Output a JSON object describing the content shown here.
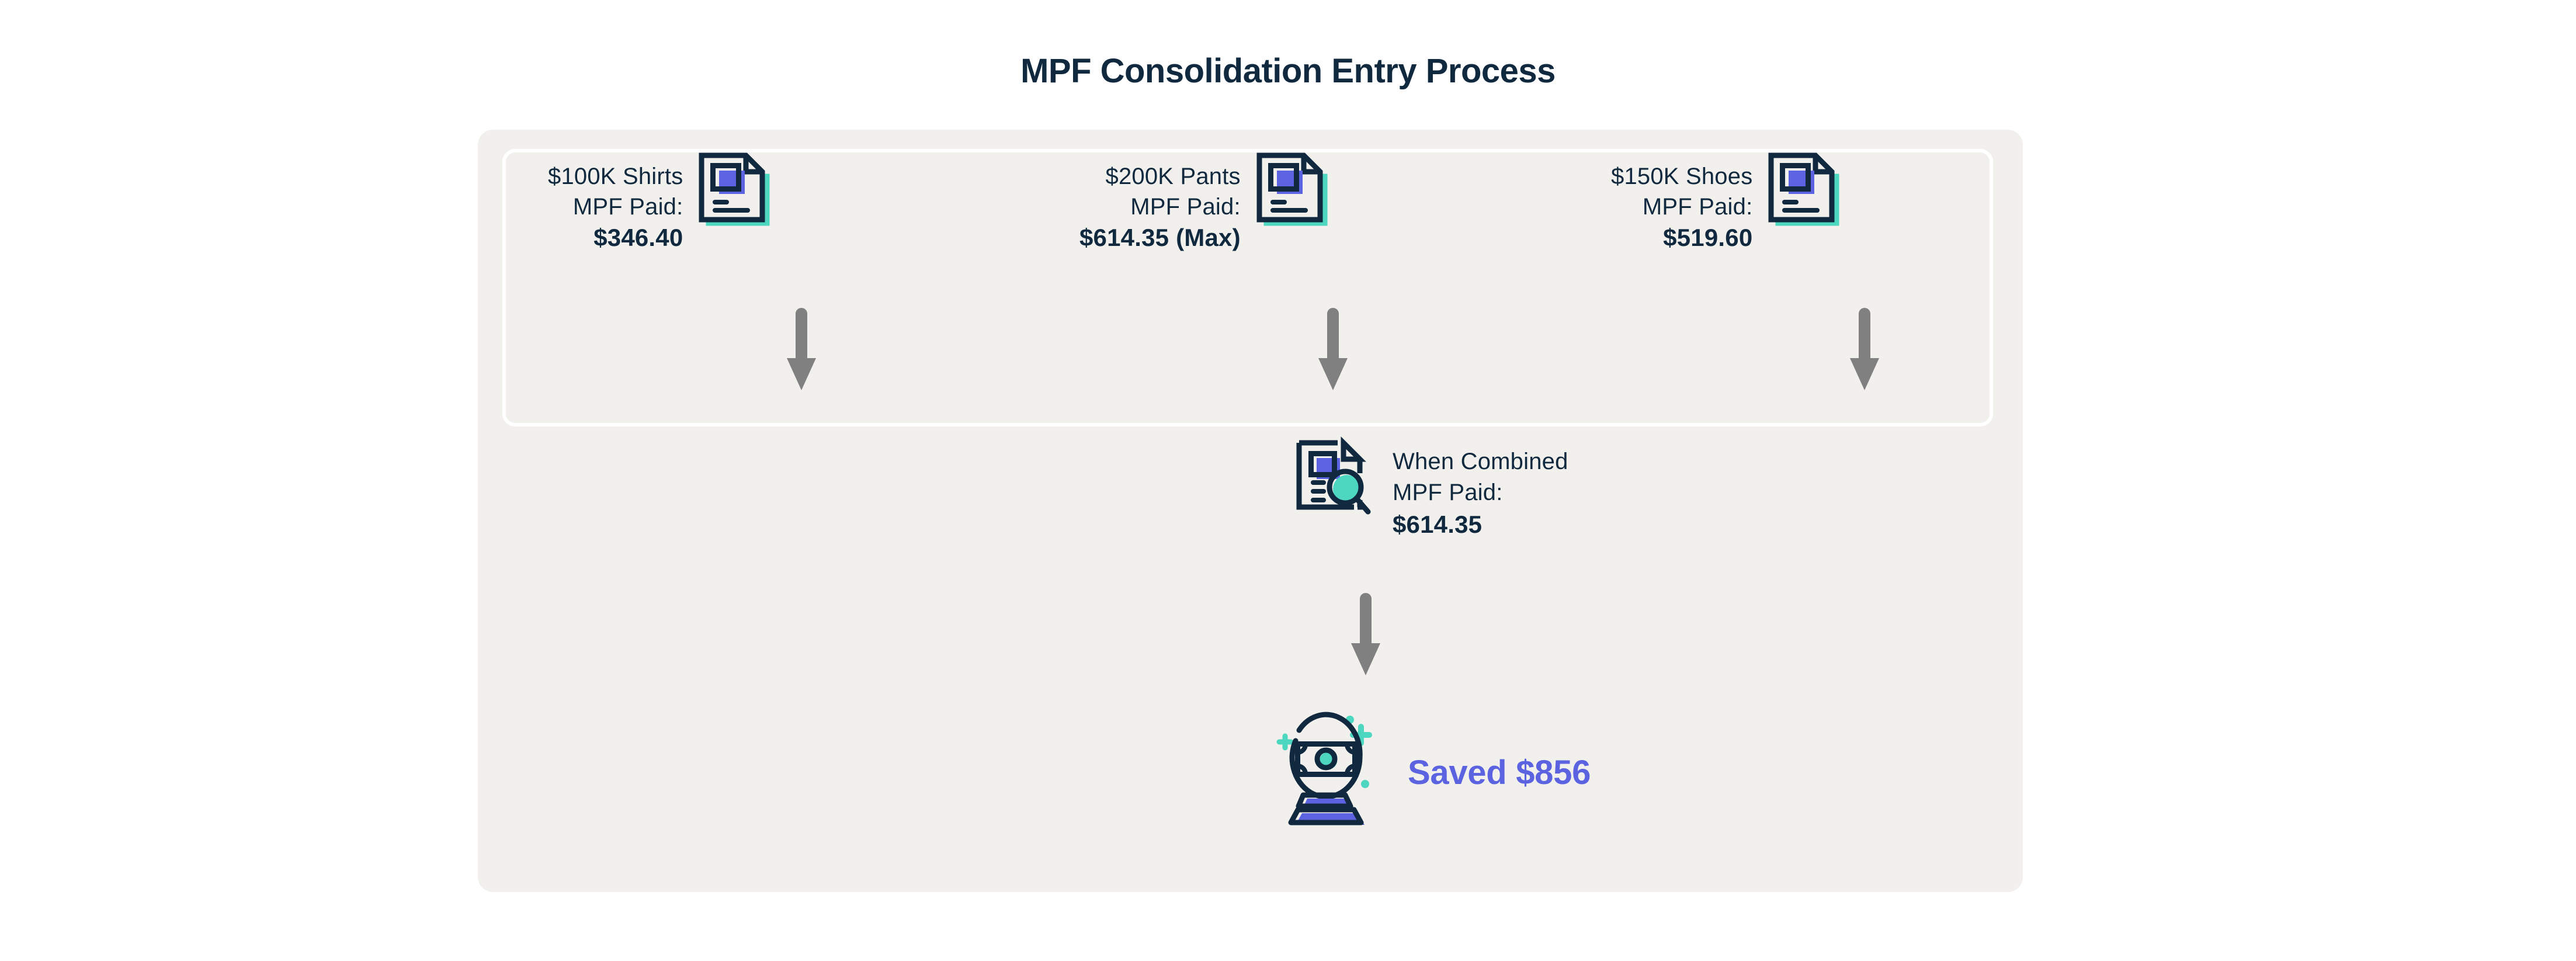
{
  "page": {
    "title": "MPF Consolidation Entry Process",
    "background": "#ffffff",
    "card_background": "#f2f0ec"
  },
  "colors": {
    "navy": "#10293f",
    "indigo": "#5b63e0",
    "teal": "#4dd6c0",
    "arrow_gray": "#808080",
    "card_bg": "#f2f0ec",
    "inner_border": "#ffffff"
  },
  "entries": [
    {
      "line1": "$100K Shirts",
      "line2": "MPF Paid:",
      "amount": "$346.40",
      "icon": "document-icon"
    },
    {
      "line1": "$200K Pants",
      "line2": "MPF Paid:",
      "amount": "$614.35 (Max)",
      "icon": "document-icon"
    },
    {
      "line1": "$150K Shoes",
      "line2": "MPF Paid:",
      "amount": "$519.60",
      "icon": "document-icon"
    }
  ],
  "combined": {
    "line1": "When Combined",
    "line2": "MPF Paid:",
    "amount": "$614.35",
    "icon": "document-magnifier-icon"
  },
  "savings": {
    "label": "Saved $856",
    "icon": "money-trophy-icon"
  },
  "arrows": {
    "icon": "arrow-down-icon",
    "count": 4
  }
}
